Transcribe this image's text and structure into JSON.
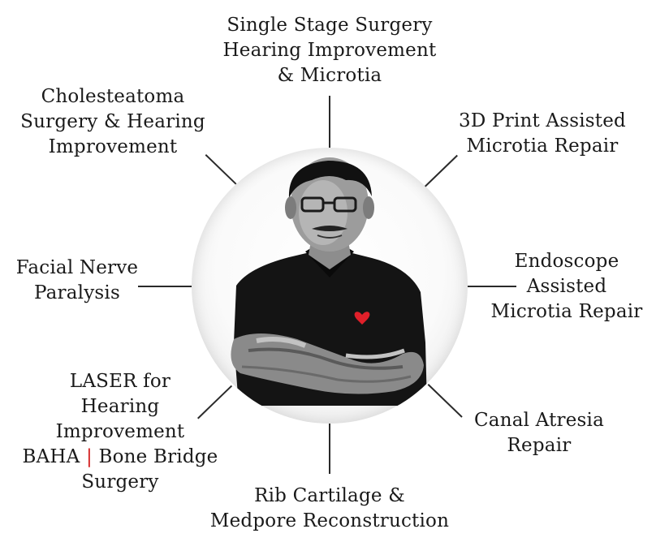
{
  "center": {
    "portrait_icon": "doctor-portrait-icon",
    "heart_color": "#e0202a"
  },
  "labels": {
    "top": [
      "Single Stage  Surgery",
      "Hearing Improvement",
      "& Microtia"
    ],
    "top_left": [
      "Cholesteatoma",
      "Surgery & Hearing",
      "Improvement"
    ],
    "top_right": [
      "3D Print Assisted",
      "Microtia Repair"
    ],
    "left": [
      "Facial Nerve",
      "Paralysis"
    ],
    "right": [
      "Endoscope",
      "Assisted",
      "Microtia Repair"
    ],
    "bottom_left": [
      "LASER for",
      "Hearing",
      "Improvement"
    ],
    "bottom_left_extra": {
      "part1": "BAHA ",
      "separator": "|",
      "part2": " Bone Bridge",
      "last": "Surgery"
    },
    "bottom_right": [
      "Canal Atresia",
      "Repair"
    ],
    "bottom": [
      "Rib Cartilage &",
      "Medpore Reconstruction"
    ]
  },
  "colors": {
    "separator": "#d62828",
    "text": "#1a1a1a",
    "connector": "#2a2a2a"
  }
}
